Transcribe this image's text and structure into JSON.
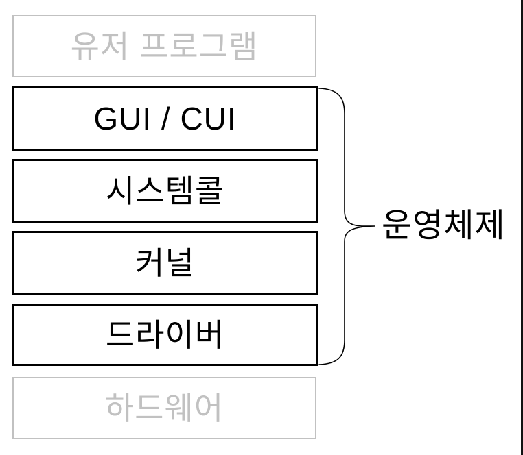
{
  "diagram": {
    "title_hint": "operating-system-layer-diagram",
    "layers": [
      {
        "id": "user-program",
        "label": "유저 프로그램",
        "style": "muted"
      },
      {
        "id": "gui-cui",
        "label": "GUI / CUI",
        "style": "solid"
      },
      {
        "id": "system-call",
        "label": "시스템콜",
        "style": "solid"
      },
      {
        "id": "kernel",
        "label": "커널",
        "style": "solid"
      },
      {
        "id": "driver",
        "label": "드라이버",
        "style": "solid"
      },
      {
        "id": "hardware",
        "label": "하드웨어",
        "style": "muted"
      }
    ],
    "brace": {
      "label": "운영체제",
      "groups": [
        "gui-cui",
        "system-call",
        "kernel",
        "driver"
      ]
    },
    "colors": {
      "background": "#ffffff",
      "solid_border": "#000000",
      "muted_border": "#c1c1c1",
      "muted_text": "#c1c1c1",
      "text": "#000000",
      "edge_line": "#111111"
    }
  }
}
